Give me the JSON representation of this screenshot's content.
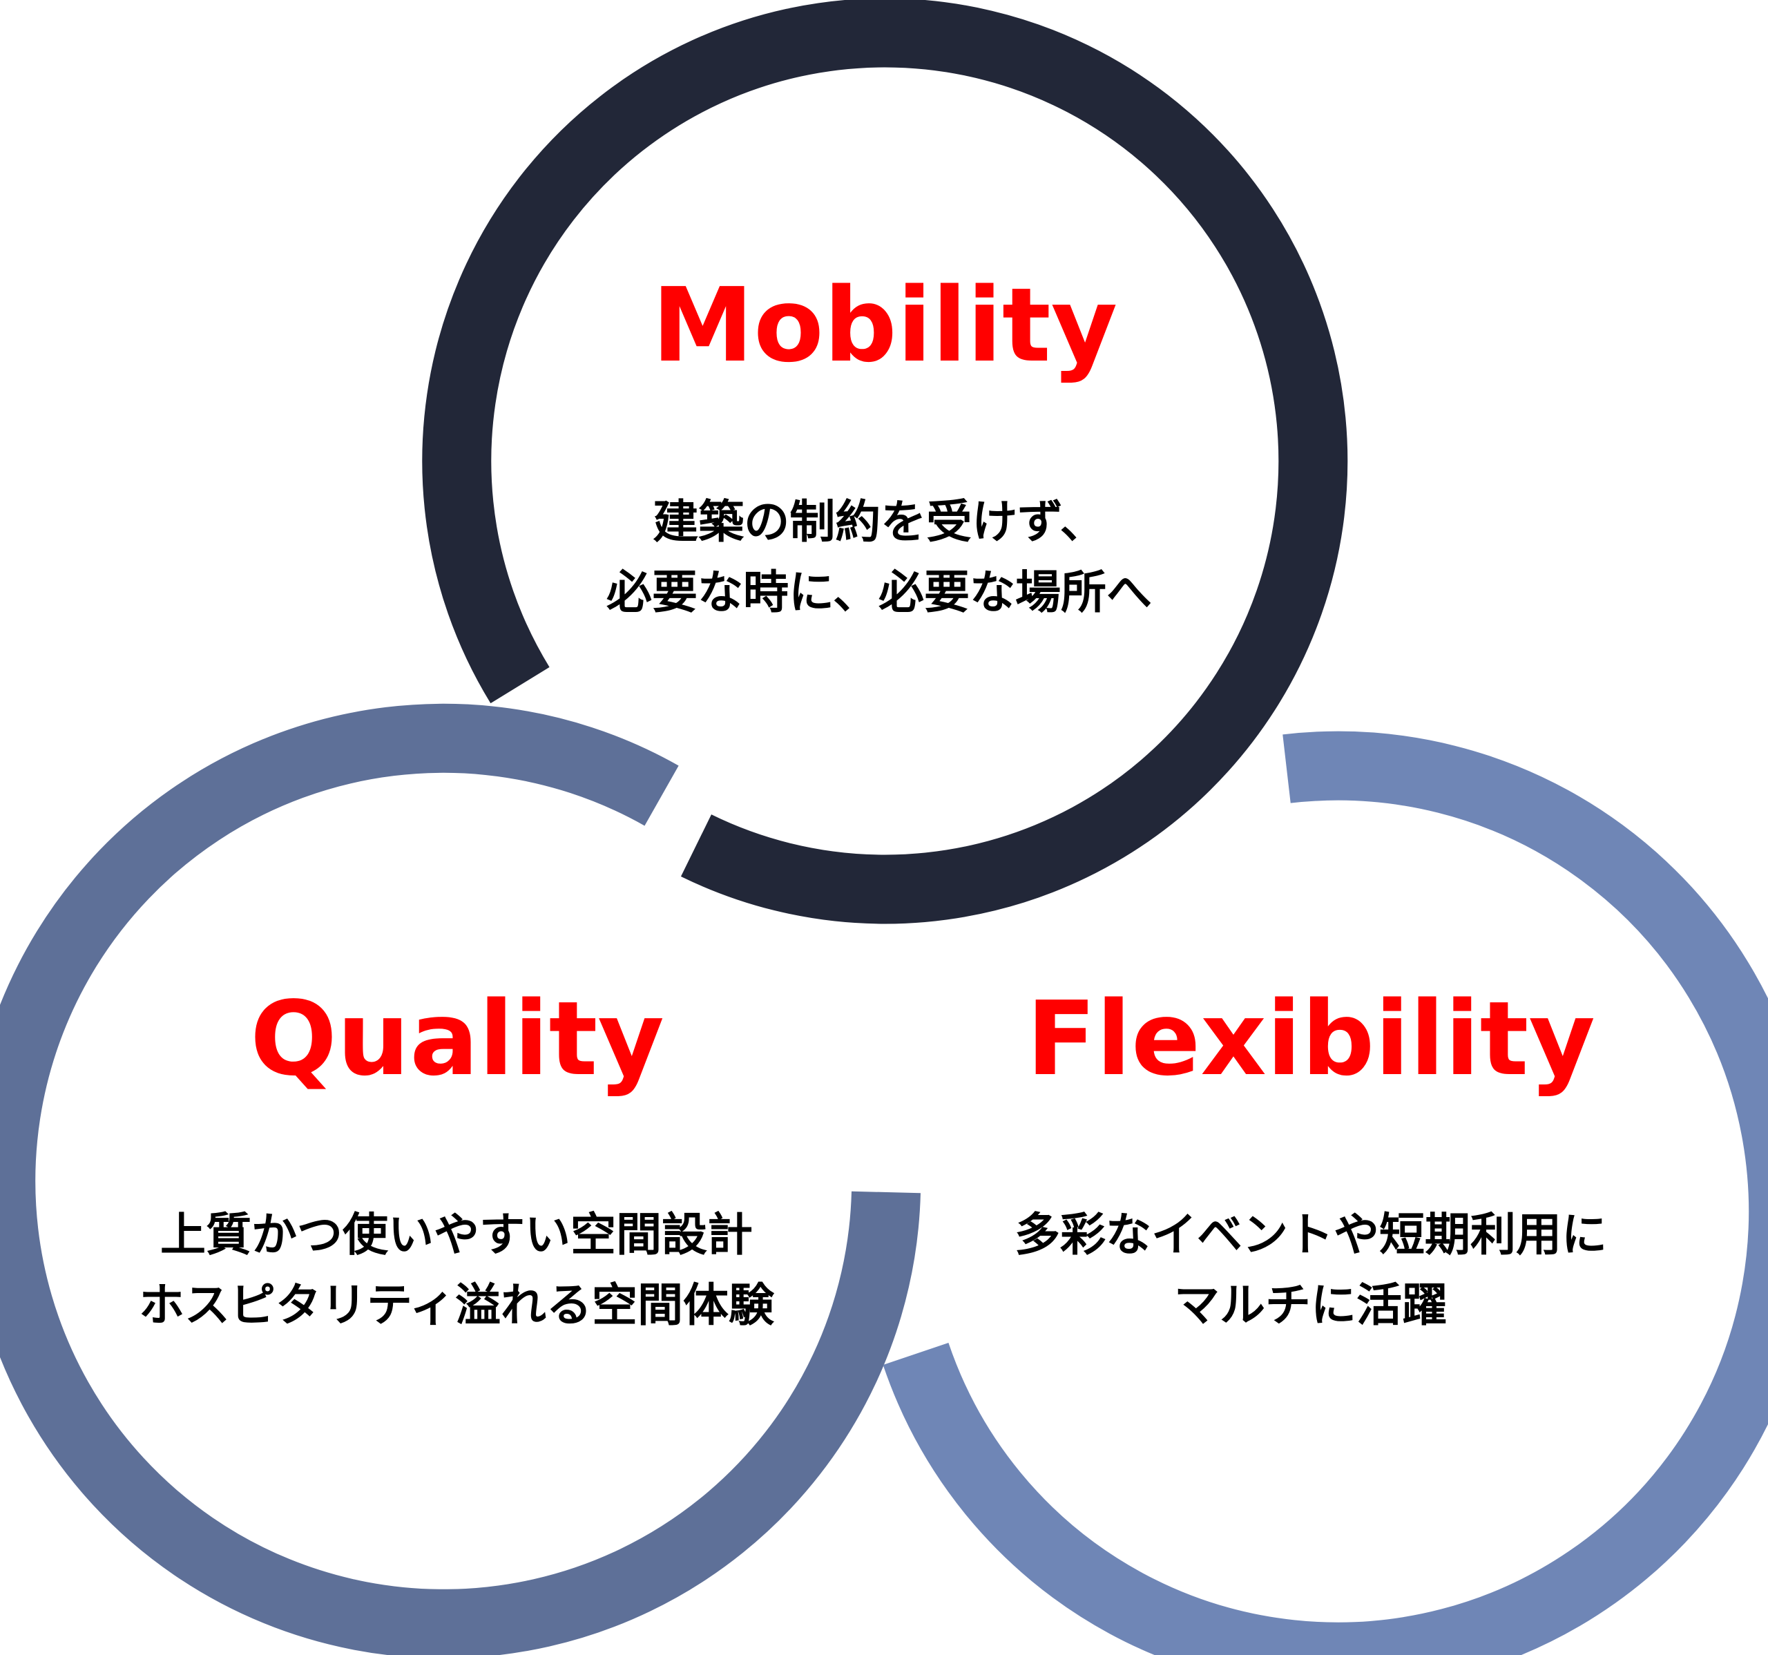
{
  "colors": {
    "title": "#ff0000",
    "mobility_ring": "#222738",
    "quality_ring": "#5e7098",
    "flexibility_ring": "#6f86b6",
    "text": "#000000"
  },
  "circles": [
    {
      "id": "mobility",
      "title": "Mobility",
      "lines": [
        "建築の制約を受けず、",
        "必要な時に、必要な場所へ"
      ]
    },
    {
      "id": "quality",
      "title": "Quality",
      "lines": [
        "上質かつ使いやすい空間設計",
        "ホスピタリティ溢れる空間体験"
      ]
    },
    {
      "id": "flexibility",
      "title": "Flexibility",
      "lines": [
        "多彩なイベントや短期利用に",
        "マルチに活躍"
      ]
    }
  ]
}
